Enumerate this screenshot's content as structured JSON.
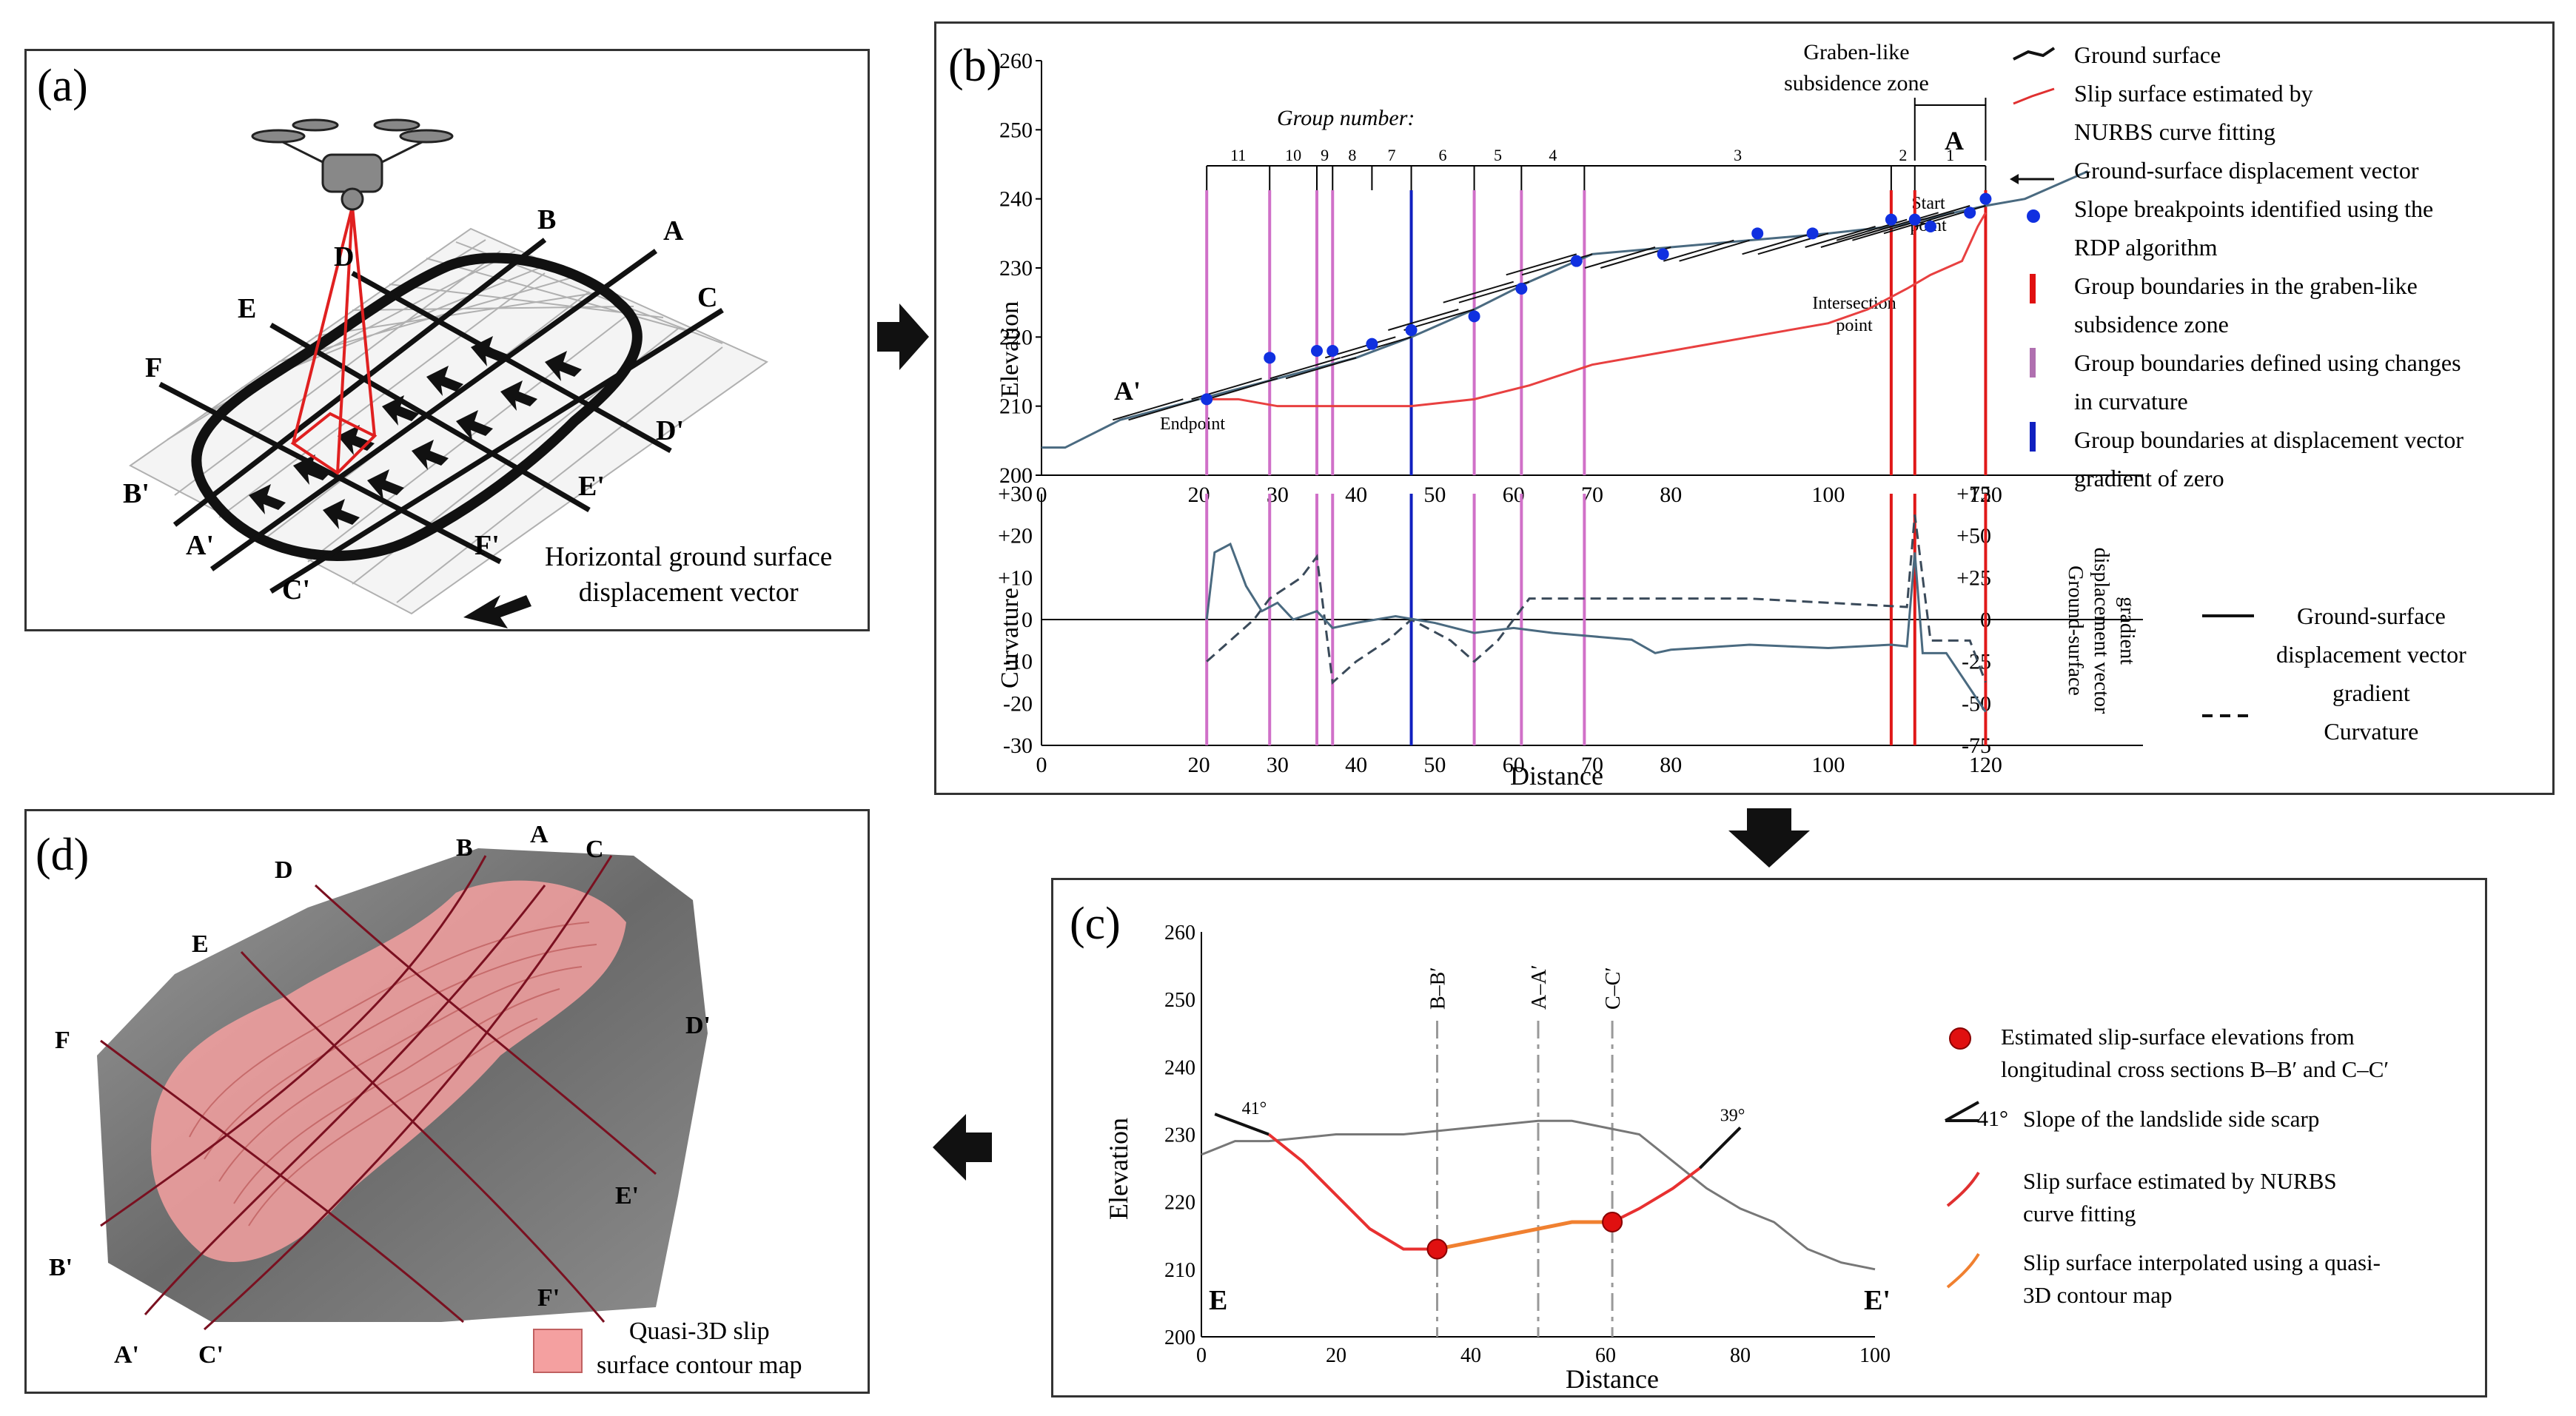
{
  "panels": {
    "a": {
      "label": "(a)",
      "section_letters": [
        "A",
        "B",
        "C",
        "D",
        "E",
        "F"
      ],
      "section_letters_prime": [
        "A'",
        "B'",
        "C'",
        "D'",
        "E'",
        "F'"
      ],
      "legend": [
        "Horizontal ground surface",
        "displacement vector"
      ]
    },
    "b": {
      "label": "(b)",
      "graben_label": [
        "Graben-like",
        "subsidence zone"
      ],
      "group_number_label": "Group number:",
      "group_numbers": [
        "11",
        "10",
        "9",
        "8",
        "7",
        "6",
        "5",
        "4",
        "3",
        "2",
        "1"
      ],
      "end_A": "A",
      "end_A_prime": "A'",
      "endpoint_label": "Endpoint",
      "start_point_label": [
        "Start",
        "point"
      ],
      "intersection_label": [
        "Intersection",
        "point"
      ],
      "upper_ylabel": "Elevation",
      "upper_yticks": [
        "200",
        "210",
        "220",
        "230",
        "240",
        "250",
        "260"
      ],
      "xticks": [
        "0",
        "20",
        "30",
        "40",
        "50",
        "60",
        "70",
        "80",
        "100",
        "120"
      ],
      "lower_ylabel": "Curvature",
      "lower_yticks": [
        "+30",
        "+20",
        "+10",
        "0",
        "-10",
        "-20",
        "-30"
      ],
      "right_yticks": [
        "+75",
        "+50",
        "+25",
        "0",
        "-25",
        "-50",
        "-75"
      ],
      "right_ylabel": [
        "Ground-surface",
        "displacement vector",
        "gradient"
      ],
      "xlabel": "Distance",
      "legend": [
        "Ground surface",
        "Slip surface estimated by",
        "NURBS curve fitting",
        "Ground-surface displacement vector",
        "Slope breakpoints identified using the",
        "RDP algorithm",
        "Group boundaries in the graben-like",
        "subsidence zone",
        "Group boundaries defined using changes",
        "in curvature",
        "Group boundaries at displacement vector",
        "gradient of zero"
      ],
      "lower_legend": [
        "Ground-surface",
        "displacement vector",
        "gradient",
        "Curvature"
      ]
    },
    "c": {
      "label": "(c)",
      "ylabel": "Elevation",
      "xlabel": "Distance",
      "section_labels": [
        "B–B′",
        "A–A′",
        "C–C′"
      ],
      "end_left": "E",
      "end_right": "E'",
      "angle_left": "41°",
      "angle_right": "39°",
      "legend": [
        "Estimated slip-surface elevations from",
        "longitudinal cross sections B–B′ and C–C′",
        "41°",
        "Slope of the landslide side scarp",
        "Slip surface estimated by NURBS",
        "curve fitting",
        "Slip surface interpolated using a quasi-",
        "3D contour map"
      ]
    },
    "d": {
      "label": "(d)",
      "legend": [
        "Quasi-3D slip",
        "surface contour map"
      ],
      "section_letters": [
        "A",
        "B",
        "C",
        "D",
        "E",
        "F"
      ],
      "section_letters_prime": [
        "A'",
        "B'",
        "C'",
        "D'",
        "E'",
        "F'"
      ]
    }
  },
  "chart_data": [
    {
      "type": "line",
      "title": "",
      "xlabel": "Distance",
      "ylabel": "Elevation",
      "xlim": [
        0,
        140
      ],
      "ylim": [
        200,
        260
      ],
      "series": [
        {
          "name": "Ground surface",
          "x": [
            0,
            3,
            10,
            20,
            30,
            40,
            47,
            55,
            62,
            70,
            80,
            90,
            100,
            108,
            112,
            116,
            120,
            125,
            133
          ],
          "y": [
            204,
            204,
            208,
            211,
            214,
            217,
            220,
            224,
            228,
            232,
            233,
            234,
            235,
            236,
            237,
            238,
            239,
            240,
            244
          ]
        },
        {
          "name": "Slip surface estimated by NURBS curve fitting",
          "x": [
            21,
            25,
            30,
            35,
            42,
            47,
            55,
            62,
            70,
            80,
            90,
            100,
            105,
            110,
            113,
            117,
            119,
            120
          ],
          "y": [
            211,
            211,
            210,
            210,
            210,
            210,
            211,
            213,
            216,
            218,
            220,
            222,
            224,
            227,
            229,
            231,
            236,
            238
          ]
        }
      ],
      "breakpoints": {
        "x": [
          21,
          29,
          35,
          37,
          42,
          47,
          55,
          61,
          68,
          79,
          91,
          98,
          108,
          111,
          113,
          118,
          120
        ],
        "y": [
          211,
          217,
          218,
          218,
          219,
          221,
          223,
          227,
          231,
          232,
          235,
          235,
          237,
          237,
          236,
          238,
          240
        ]
      },
      "group_boundaries": {
        "graben": [
          108,
          111,
          120
        ],
        "curvature": [
          21,
          29,
          35,
          37,
          55,
          61,
          69
        ],
        "zero_gradient": [
          47
        ]
      }
    },
    {
      "type": "line",
      "xlabel": "Distance",
      "ylabel": "Curvature",
      "xlim": [
        0,
        140
      ],
      "ylim": [
        -30,
        30
      ],
      "y2lim": [
        -75,
        75
      ],
      "series": [
        {
          "name": "Curvature",
          "x": [
            21,
            24,
            27,
            29,
            33,
            35,
            37,
            40,
            44,
            47,
            52,
            55,
            58,
            62,
            70,
            90,
            110,
            111,
            113,
            118,
            120
          ],
          "y": [
            -10,
            -5,
            0,
            5,
            10,
            15,
            -15,
            -10,
            -5,
            0,
            -5,
            -10,
            -5,
            5,
            5,
            5,
            3,
            25,
            -5,
            -5,
            -15
          ]
        },
        {
          "name": "Ground-surface displacement vector gradient",
          "x": [
            21,
            22,
            24,
            26,
            28,
            30,
            32,
            35,
            37,
            40,
            45,
            50,
            55,
            60,
            65,
            70,
            75,
            78,
            80,
            90,
            100,
            108,
            110,
            111,
            112,
            115,
            120
          ],
          "y": [
            0,
            40,
            45,
            20,
            5,
            10,
            0,
            5,
            -5,
            -2,
            2,
            -2,
            -8,
            -5,
            -8,
            -10,
            -12,
            -20,
            -18,
            -15,
            -17,
            -15,
            -16,
            40,
            -20,
            -20,
            -55
          ]
        }
      ]
    },
    {
      "type": "line",
      "xlabel": "Distance",
      "ylabel": "Elevation",
      "xlim": [
        0,
        100
      ],
      "ylim": [
        200,
        260
      ],
      "series": [
        {
          "name": "Ground surface",
          "x": [
            0,
            5,
            10,
            20,
            30,
            40,
            50,
            55,
            60,
            65,
            70,
            75,
            80,
            85,
            90,
            95,
            100
          ],
          "y": [
            227,
            229,
            229,
            230,
            230,
            231,
            232,
            232,
            231,
            230,
            226,
            222,
            219,
            217,
            213,
            211,
            210
          ]
        },
        {
          "name": "Slip surface estimated by NURBS curve fitting",
          "x": [
            10,
            15,
            20,
            25,
            30,
            35
          ],
          "y": [
            230,
            226,
            221,
            216,
            213,
            213
          ]
        },
        {
          "name": "Slip surface interpolated using a quasi-3D contour map",
          "x": [
            35,
            40,
            45,
            50,
            55,
            61
          ],
          "y": [
            213,
            214,
            215,
            216,
            217,
            217
          ]
        },
        {
          "name": "Slip surface estimated by NURBS curve fitting",
          "x": [
            61,
            65,
            70,
            74
          ],
          "y": [
            217,
            219,
            222,
            225
          ]
        }
      ],
      "estimated_points": {
        "x": [
          35,
          61
        ],
        "y": [
          213,
          217
        ]
      },
      "sections": {
        "B–B′": 35,
        "A–A′": 50,
        "C–C′": 61
      }
    }
  ]
}
